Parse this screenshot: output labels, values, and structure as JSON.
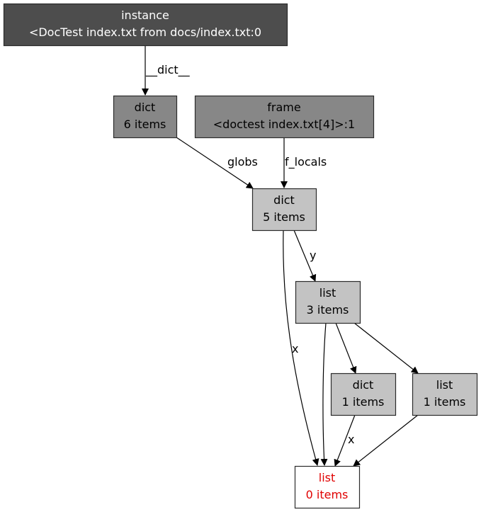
{
  "graph": {
    "type": "object-reference-graph",
    "colors": {
      "dark": "#4d4d4d",
      "mid": "#878787",
      "light": "#c3c3c3",
      "leaf": "#ffffff",
      "leaf_text": "#e00000",
      "border": "#2b2b2b"
    },
    "nodes": [
      {
        "id": "instance",
        "line1": "instance",
        "line2": "<DocTest index.txt from docs/index.txt:0",
        "style": "dark"
      },
      {
        "id": "dict6",
        "line1": "dict",
        "line2": "6 items",
        "style": "mid"
      },
      {
        "id": "frame",
        "line1": "frame",
        "line2": "<doctest index.txt[4]>:1",
        "style": "mid"
      },
      {
        "id": "dict5",
        "line1": "dict",
        "line2": "5 items",
        "style": "light"
      },
      {
        "id": "list3",
        "line1": "list",
        "line2": "3 items",
        "style": "light"
      },
      {
        "id": "dict1",
        "line1": "dict",
        "line2": "1 items",
        "style": "light"
      },
      {
        "id": "list1",
        "line1": "list",
        "line2": "1 items",
        "style": "light"
      },
      {
        "id": "list0",
        "line1": "list",
        "line2": "0 items",
        "style": "leaf"
      }
    ],
    "edges": [
      {
        "from": "instance",
        "to": "dict6",
        "label": "__dict__"
      },
      {
        "from": "dict6",
        "to": "dict5",
        "label": "globs"
      },
      {
        "from": "frame",
        "to": "dict5",
        "label": "f_locals"
      },
      {
        "from": "dict5",
        "to": "list3",
        "label": "y"
      },
      {
        "from": "dict5",
        "to": "list0",
        "label": "x"
      },
      {
        "from": "list3",
        "to": "list0",
        "label": ""
      },
      {
        "from": "list3",
        "to": "dict1",
        "label": ""
      },
      {
        "from": "list3",
        "to": "list1",
        "label": ""
      },
      {
        "from": "dict1",
        "to": "list0",
        "label": "x"
      },
      {
        "from": "list1",
        "to": "list0",
        "label": ""
      }
    ]
  }
}
